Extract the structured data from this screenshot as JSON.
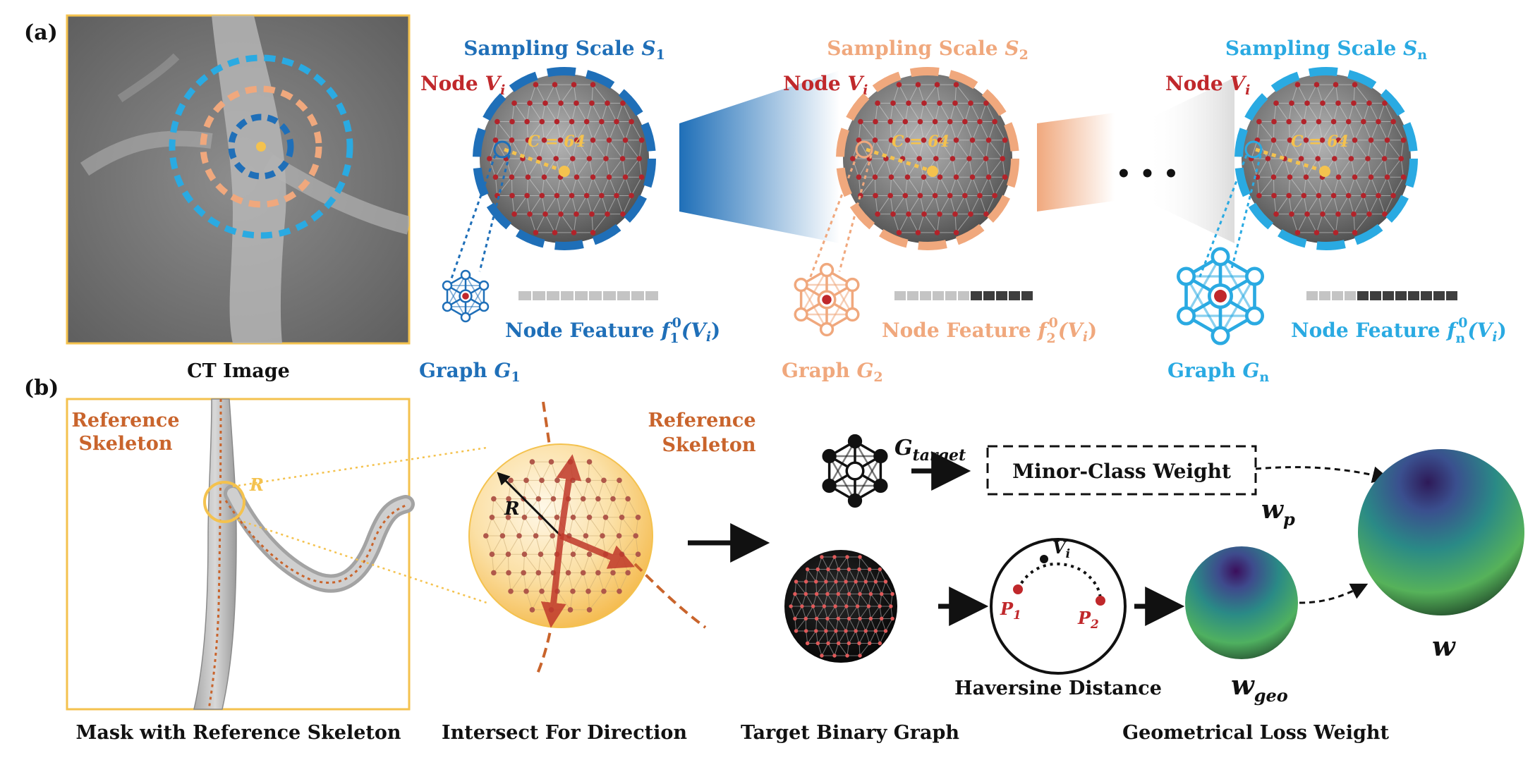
{
  "panel_a": {
    "tag": "(a)",
    "ct_caption": "CT Image",
    "scales": [
      {
        "title": "Sampling Scale ",
        "sym": "S",
        "sub": "1",
        "node": "Node ",
        "node_sym": "V",
        "node_sub": "i",
        "c_text": "C = 64",
        "feature": "Node Feature ",
        "feat_sym": "f",
        "feat_sub": "1",
        "feat_sup": "0",
        "feat_arg": "(V",
        "feat_arg_sub": "i",
        "feat_close": ")",
        "graph": "Graph ",
        "graph_sym": "G",
        "graph_sub": "1"
      },
      {
        "title": "Sampling Scale ",
        "sym": "S",
        "sub": "2",
        "node": "Node ",
        "node_sym": "V",
        "node_sub": "i",
        "c_text": "C = 64",
        "feature": "Node Feature ",
        "feat_sym": "f",
        "feat_sub": "2",
        "feat_sup": "0",
        "feat_arg": "(V",
        "feat_arg_sub": "i",
        "feat_close": ")",
        "graph": "Graph ",
        "graph_sym": "G",
        "graph_sub": "2"
      },
      {
        "title": "Sampling Scale ",
        "sym": "S",
        "sub": "n",
        "node": "Node ",
        "node_sym": "V",
        "node_sub": "i",
        "c_text": "C = 64",
        "feature": "Node Feature ",
        "feat_sym": "f",
        "feat_sub": "n",
        "feat_sup": "0",
        "feat_arg": "(V",
        "feat_arg_sub": "i",
        "feat_close": ")",
        "graph": "Graph ",
        "graph_sym": "G",
        "graph_sub": "n"
      }
    ],
    "ellipsis": "• • •"
  },
  "panel_b": {
    "tag": "(b)",
    "ref_skel_1": [
      "Reference",
      "Skeleton"
    ],
    "ref_skel_2": [
      "Reference",
      "Skeleton"
    ],
    "r_label_1": "R",
    "r_label_2": "R",
    "mask_caption": "Mask with Reference Skeleton",
    "intersect_caption": "Intersect For Direction",
    "target_caption": "Target Binary Graph",
    "geo_caption": "Geometrical Loss Weight",
    "haversine_caption": "Haversine Distance",
    "g_target_sym": "G",
    "g_target_sub": "target",
    "minor_class": "Minor-Class Weight",
    "wp_sym": "w",
    "wp_sub": "p",
    "wgeo_sym": "w",
    "wgeo_sub": "geo",
    "w_sym": "w",
    "p1_sym": "P",
    "p1_sub": "1",
    "p2_sym": "P",
    "p2_sub": "2",
    "vi_sym": "V",
    "vi_sub": "i"
  },
  "colors": {
    "scale1": "#1f6fb8",
    "scale2": "#f0a87d",
    "scalen": "#2aaae2",
    "node_red": "#c0282b",
    "skeleton": "#c9642c",
    "frame_gold": "#f4c24e"
  }
}
